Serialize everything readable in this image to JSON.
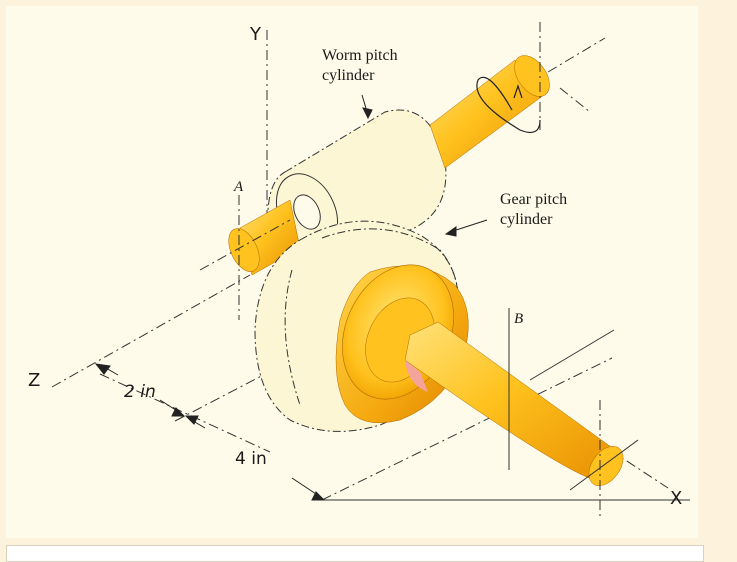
{
  "labels": {
    "y_axis": "Y",
    "z_axis": "Z",
    "x_axis": "X",
    "point_a": "A",
    "point_b": "B",
    "worm_line1": "Worm pitch",
    "worm_line2": "cylinder",
    "gear_line1": "Gear pitch",
    "gear_line2": "cylinder",
    "dim_2": "2 in",
    "dim_4": "4 in"
  },
  "colors": {
    "shaft_light": "#ffd84a",
    "shaft_mid": "#f7b21b",
    "shaft_dark": "#e28a00",
    "pitch_fill": "#fdf6d5",
    "pink": "#f4a49a"
  }
}
